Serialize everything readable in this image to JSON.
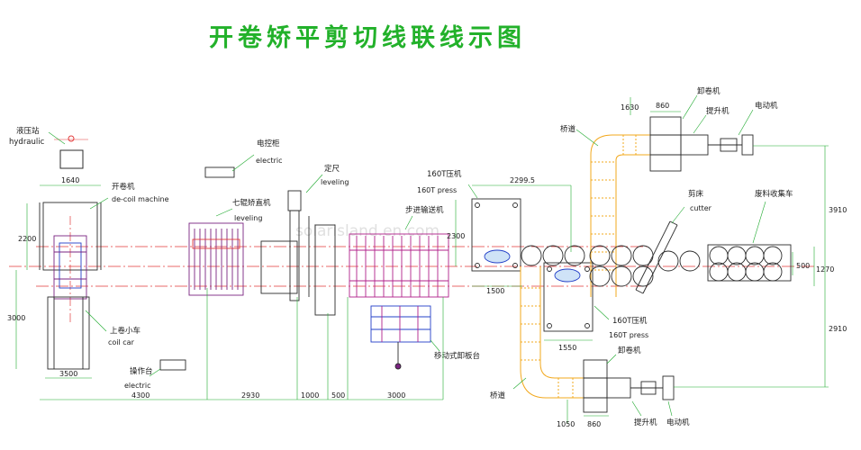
{
  "title": "开卷矫平剪切线联线示图",
  "watermark": "solarisland.en.com",
  "colors": {
    "title": "#22b12a",
    "dimension": "#1faa2f",
    "centerline": "#e23a3a",
    "machine": "#7a2380",
    "loop": "#f2a81d",
    "outline": "#2b2b2b",
    "blue": "#2340c8"
  },
  "labels": {
    "hydraulic_cn": "液压站",
    "hydraulic_en": "hydraulic",
    "decoiler_cn": "开卷机",
    "decoiler_en": "de-coil machine",
    "electric_top_cn": "电控柜",
    "electric_top_en": "electric",
    "leveler_cn": "七辊矫直机",
    "leveler_en": "leveling",
    "fixed_cn": "定尺",
    "fixed_en": "leveling",
    "press_top_cn": "160T压机",
    "press_top_en": "160T press",
    "feeder_cn": "步进输送机",
    "loop_top": "桥道",
    "recoiler_top": "卸卷机",
    "lift_top": "提升机",
    "motor_top": "电动机",
    "cutter_cn": "剪床",
    "cutter_en": "cutter",
    "stacker_cn": "废料收集车",
    "coilcar_cn": "上卷小车",
    "coilcar_en": "coil car",
    "console_cn": "操作台",
    "console_en": "electric",
    "press_bot_cn": "160T压机",
    "press_bot_en": "160T press",
    "unloader_cn": "移动式卸板台",
    "loop_bot": "桥道",
    "recoiler_bot": "卸卷机",
    "lift_bot": "提升机",
    "motor_bot": "电动机"
  },
  "dimensions": {
    "d1640": "1640",
    "d2200": "2200",
    "d3000": "3000",
    "d3500": "3500",
    "d4300": "4300",
    "d2930": "2930",
    "d1000": "1000",
    "d500": "500",
    "d3000b": "3000",
    "d2299": "2299.5",
    "d1500": "1500",
    "d1550": "1550",
    "d2300": "2300",
    "d1630": "1630",
    "d860t": "860",
    "d3910": "3910",
    "d2910": "2910",
    "d500r": "500",
    "d1270": "1270",
    "d1050": "1050",
    "d860b": "860"
  }
}
